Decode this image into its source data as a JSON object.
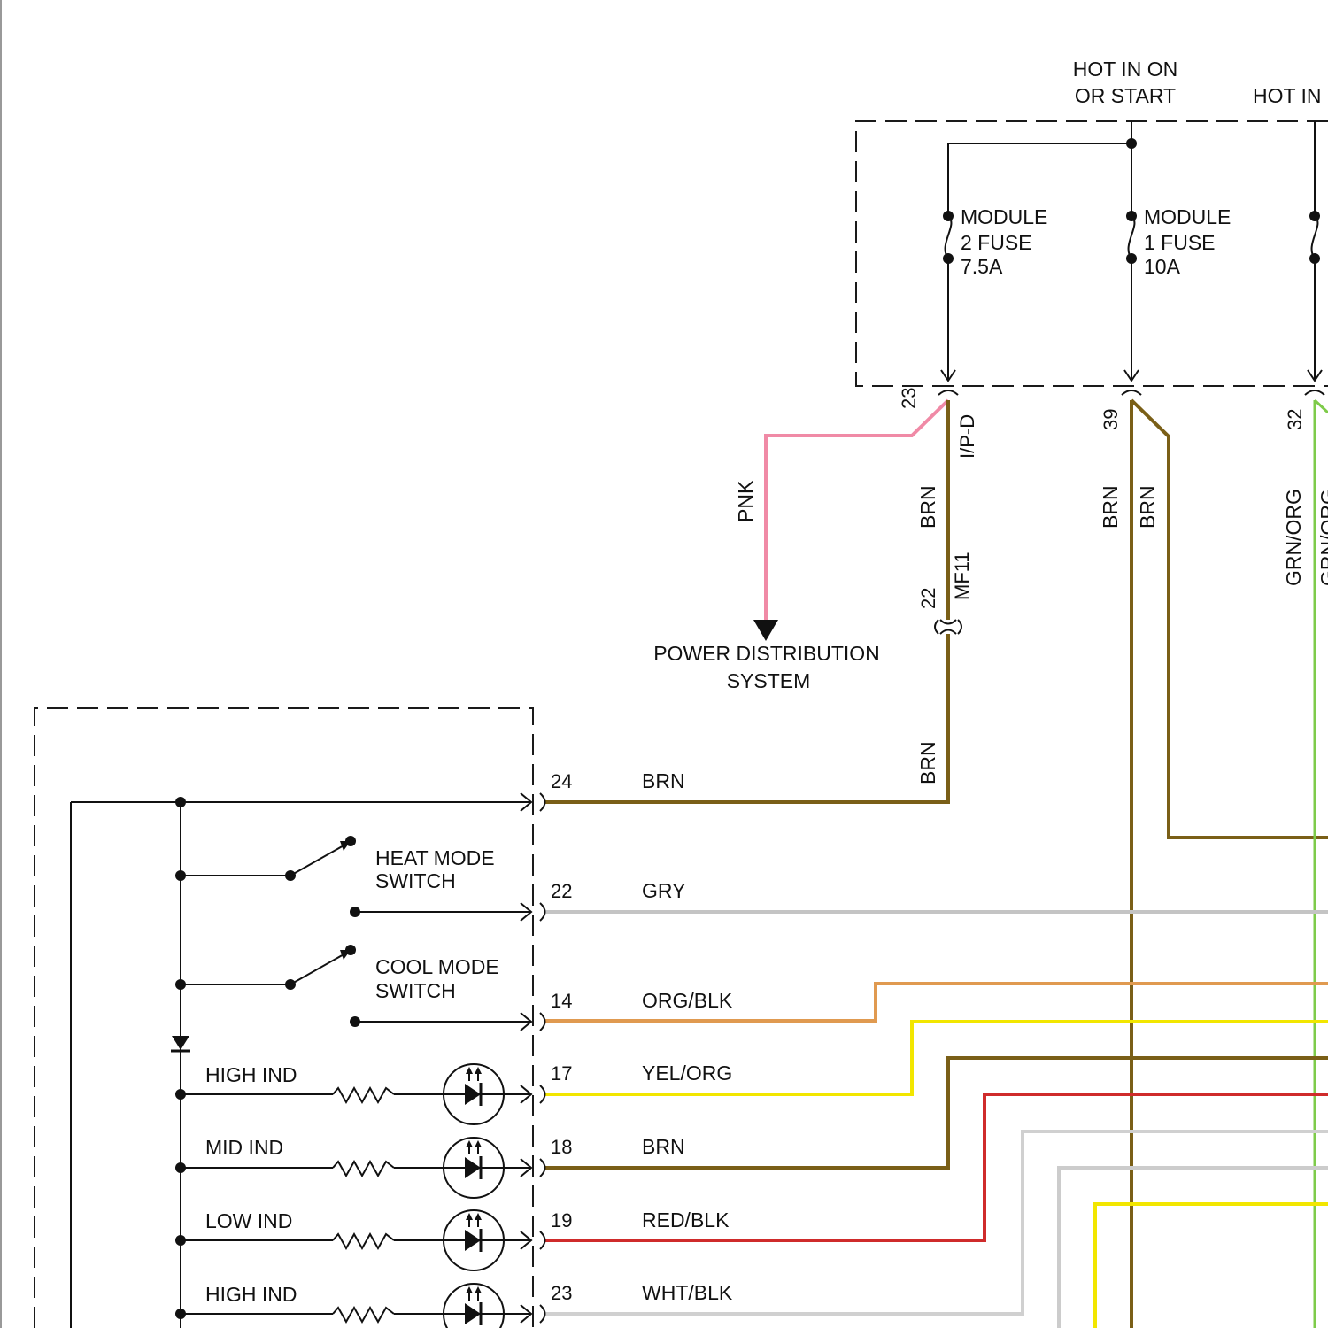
{
  "colors": {
    "PNK": "#f08aa6",
    "BRN": "#7a5f17",
    "GRY": "#c4c4c4",
    "ORG": "#e09a50",
    "YEL": "#f2e600",
    "RED": "#cf2b2b",
    "WHT": "#d0d0d0",
    "GRN": "#7ecb4a"
  },
  "power": {
    "hot_run_start": [
      "HOT IN ON",
      "OR START"
    ],
    "hot_in_partial": "HOT IN"
  },
  "fuses": [
    {
      "lines": [
        "MODULE",
        "2 FUSE",
        "7.5A"
      ]
    },
    {
      "lines": [
        "MODULE",
        "1 FUSE",
        "10A"
      ]
    }
  ],
  "connector": {
    "pins": [
      "23",
      "39",
      "32"
    ],
    "name": "I/P-D"
  },
  "inline_connector": {
    "pin": "22",
    "name": "MF11"
  },
  "wire_labels": {
    "pnk": "PNK",
    "brn_a": "BRN",
    "brn_b": "BRN",
    "brn_c": "BRN",
    "brn_d": "BRN",
    "grn_org": "GRN/ORG",
    "grn_org_partial": "GRN/ORG"
  },
  "ground_target": [
    "POWER DISTRIBUTION",
    "SYSTEM"
  ],
  "switches": [
    {
      "lines": [
        "HEAT MODE",
        "SWITCH"
      ]
    },
    {
      "lines": [
        "COOL MODE",
        "SWITCH"
      ]
    }
  ],
  "indicators": [
    "HIGH IND",
    "MID IND",
    "LOW IND",
    "HIGH IND"
  ],
  "circuits": [
    {
      "pin": "24",
      "wire": "BRN"
    },
    {
      "pin": "22",
      "wire": "GRY"
    },
    {
      "pin": "14",
      "wire": "ORG/BLK"
    },
    {
      "pin": "17",
      "wire": "YEL/ORG"
    },
    {
      "pin": "18",
      "wire": "BRN"
    },
    {
      "pin": "19",
      "wire": "RED/BLK"
    },
    {
      "pin": "23",
      "wire": "WHT/BLK"
    }
  ]
}
